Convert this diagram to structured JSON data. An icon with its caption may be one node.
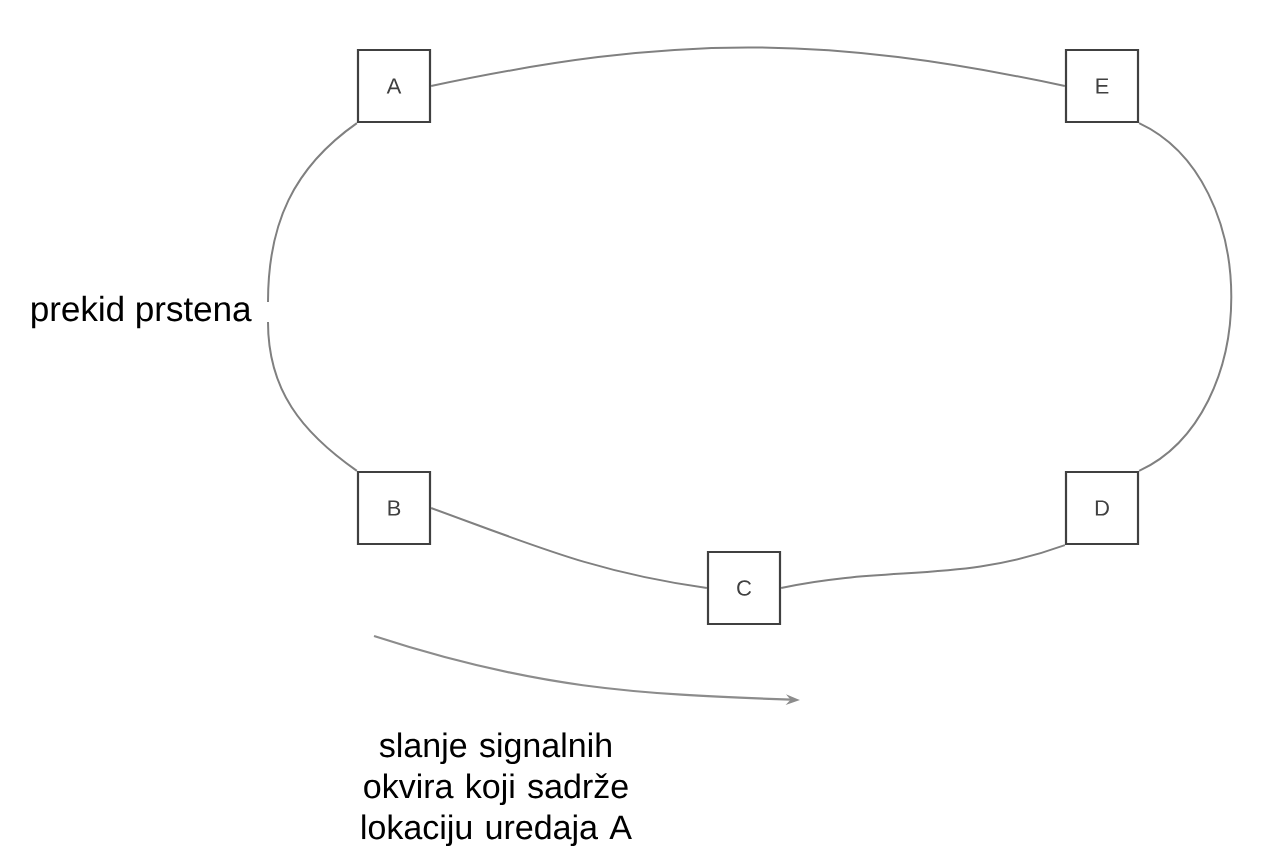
{
  "diagram": {
    "nodes": [
      {
        "text": [
          "A"
        ]
      },
      {
        "text": [
          "B"
        ]
      },
      {
        "text": [
          "C"
        ]
      },
      {
        "text": [
          "D"
        ]
      },
      {
        "text": [
          "E"
        ]
      },
      {
        "text": [
          "prekid prstena"
        ]
      }
    ],
    "edges": [
      {
        "from": 0,
        "to": 4,
        "arrow": "none"
      },
      {
        "from": 4,
        "to": 3,
        "arrow": "none"
      },
      {
        "from": 3,
        "to": 2,
        "arrow": "none"
      },
      {
        "from": 2,
        "to": 1,
        "arrow": "none"
      },
      {
        "from": 1,
        "to": 5,
        "arrow": "none"
      },
      {
        "from": 5,
        "to": 0,
        "arrow": "none"
      }
    ],
    "labels": [
      "slanje signalnih okvira koji sadrže lokaciju uredaja A"
    ]
  }
}
